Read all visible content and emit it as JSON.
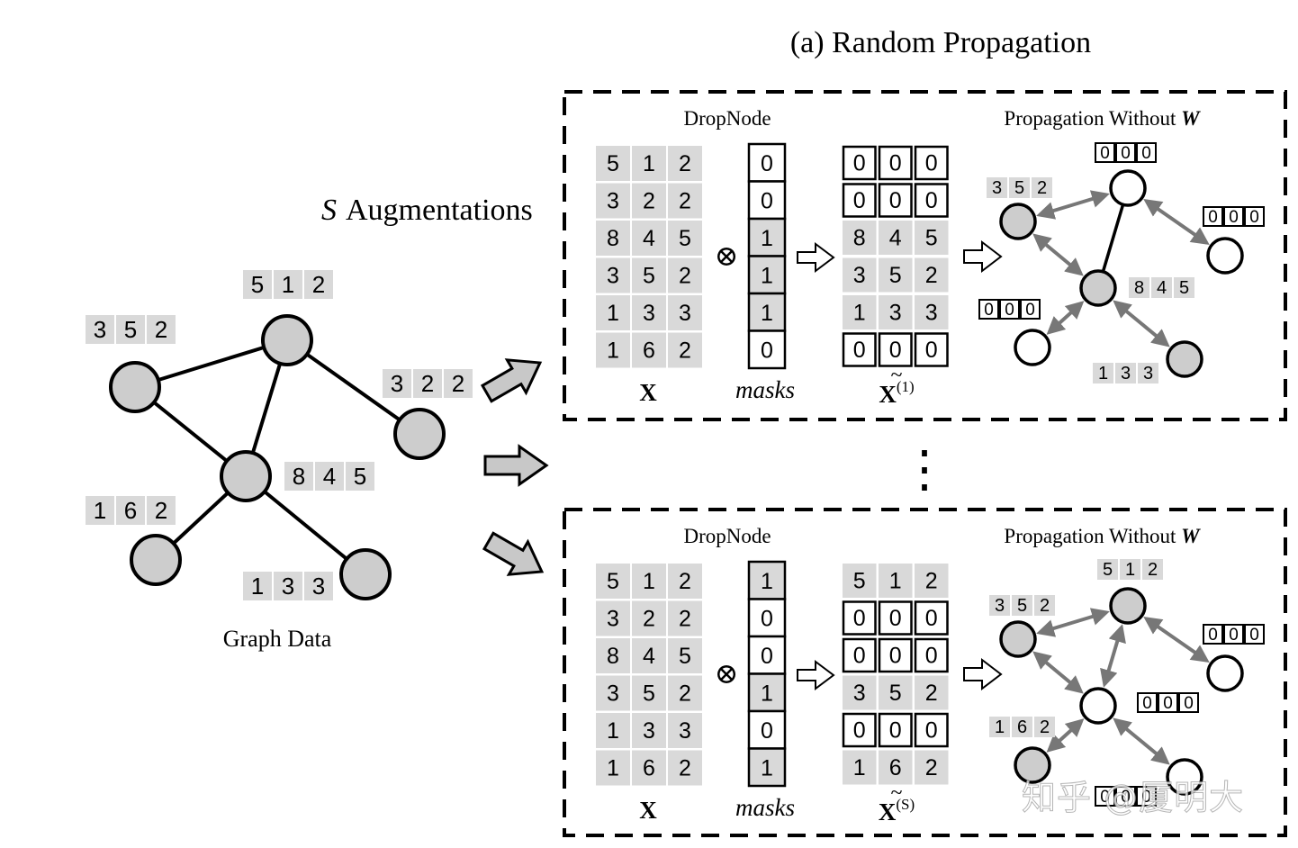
{
  "title": "(a) Random Propagation",
  "augmentations_label": {
    "italic": "S",
    "text": "Augmentations"
  },
  "graph": {
    "caption": "Graph Data",
    "nodes": [
      {
        "id": "a",
        "features": [
          3,
          5,
          2
        ]
      },
      {
        "id": "b",
        "features": [
          5,
          1,
          2
        ]
      },
      {
        "id": "c",
        "features": [
          3,
          2,
          2
        ]
      },
      {
        "id": "d",
        "features": [
          8,
          4,
          5
        ]
      },
      {
        "id": "e",
        "features": [
          1,
          6,
          2
        ]
      },
      {
        "id": "f",
        "features": [
          1,
          3,
          3
        ]
      }
    ],
    "edges": [
      [
        "a",
        "b"
      ],
      [
        "a",
        "d"
      ],
      [
        "b",
        "d"
      ],
      [
        "b",
        "c"
      ],
      [
        "d",
        "e"
      ],
      [
        "d",
        "f"
      ]
    ]
  },
  "matrix_x": [
    [
      5,
      1,
      2
    ],
    [
      3,
      2,
      2
    ],
    [
      8,
      4,
      5
    ],
    [
      3,
      5,
      2
    ],
    [
      1,
      3,
      3
    ],
    [
      1,
      6,
      2
    ]
  ],
  "operator_symbol": "⊗",
  "panels": [
    {
      "id": "first",
      "dropnode_label": "DropNode",
      "propagation_label": "Propagation Without",
      "propagation_bold": "W",
      "x_label": "X",
      "masks_label": "masks",
      "xtilde_label": "X",
      "xtilde_superscript": "(1)",
      "masks": [
        0,
        0,
        1,
        1,
        1,
        0
      ],
      "xtilde": [
        [
          0,
          0,
          0
        ],
        [
          0,
          0,
          0
        ],
        [
          8,
          4,
          5
        ],
        [
          3,
          5,
          2
        ],
        [
          1,
          3,
          3
        ],
        [
          0,
          0,
          0
        ]
      ],
      "prop_nodes": [
        {
          "id": "a",
          "features": [
            3,
            5,
            2
          ],
          "kept": true
        },
        {
          "id": "b",
          "features": [
            0,
            0,
            0
          ],
          "kept": false
        },
        {
          "id": "c",
          "features": [
            0,
            0,
            0
          ],
          "kept": false
        },
        {
          "id": "d",
          "features": [
            8,
            4,
            5
          ],
          "kept": true
        },
        {
          "id": "e",
          "features": [
            0,
            0,
            0
          ],
          "kept": false
        },
        {
          "id": "f",
          "features": [
            1,
            3,
            3
          ],
          "kept": true
        }
      ]
    },
    {
      "id": "last",
      "dropnode_label": "DropNode",
      "propagation_label": "Propagation Without",
      "propagation_bold": "W",
      "x_label": "X",
      "masks_label": "masks",
      "xtilde_label": "X",
      "xtilde_superscript": "(S)",
      "masks": [
        1,
        0,
        0,
        1,
        0,
        1
      ],
      "xtilde": [
        [
          5,
          1,
          2
        ],
        [
          0,
          0,
          0
        ],
        [
          0,
          0,
          0
        ],
        [
          3,
          5,
          2
        ],
        [
          0,
          0,
          0
        ],
        [
          1,
          6,
          2
        ]
      ],
      "prop_nodes": [
        {
          "id": "a",
          "features": [
            3,
            5,
            2
          ],
          "kept": true
        },
        {
          "id": "b",
          "features": [
            5,
            1,
            2
          ],
          "kept": true
        },
        {
          "id": "c",
          "features": [
            0,
            0,
            0
          ],
          "kept": false
        },
        {
          "id": "d",
          "features": [
            0,
            0,
            0
          ],
          "kept": false
        },
        {
          "id": "e",
          "features": [
            1,
            6,
            2
          ],
          "kept": true
        },
        {
          "id": "f",
          "features": [
            0,
            0,
            0
          ],
          "kept": false
        }
      ]
    }
  ],
  "ellipsis": "⋮",
  "watermark": "知乎 @厦明大",
  "colors": {
    "node_fill": "#cdcdcd",
    "cell_fill": "#d9d9d9",
    "arrow_fill": "#c8c8c8",
    "prop_arrow": "#777777",
    "stroke": "#000000"
  }
}
